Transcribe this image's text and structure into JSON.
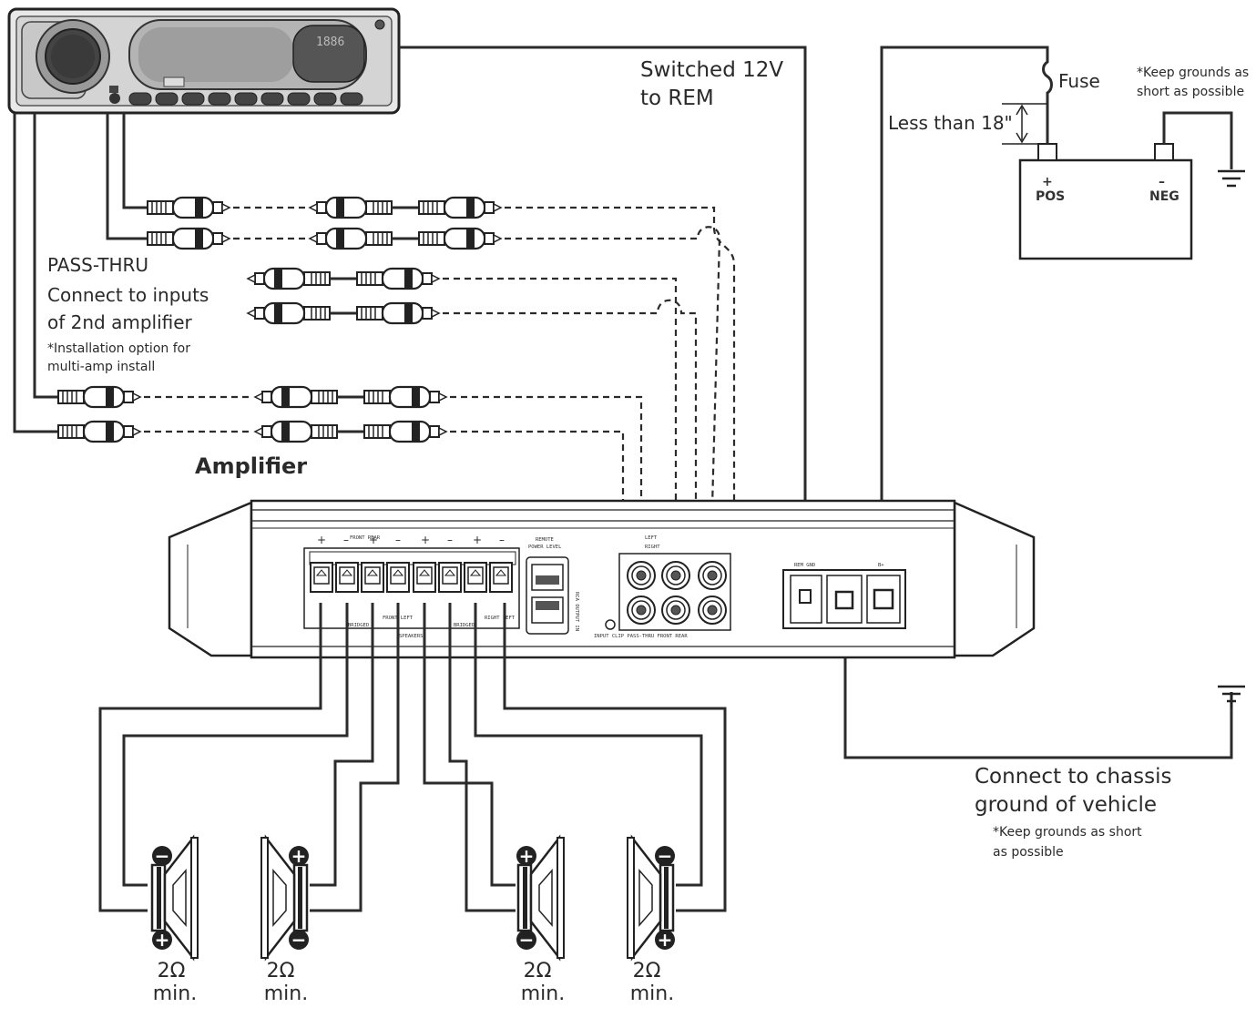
{
  "labels": {
    "switched_line1": "Switched 12V",
    "switched_line2": "to REM",
    "fuse": "Fuse",
    "keep_grounds_top_line1": "*Keep grounds as",
    "keep_grounds_top_line2": "short as possible",
    "less_than": "Less than 18\"",
    "pos_sign": "+",
    "pos": "POS",
    "neg_sign": "–",
    "neg": "NEG",
    "pass_thru": "PASS-THRU",
    "connect_inputs_line1": "Connect to inputs",
    "connect_inputs_line2": "of 2nd amplifier",
    "install_option_line1": "*Installation option for",
    "install_option_line2": "multi-amp install",
    "amplifier": "Amplifier",
    "chassis_line1": "Connect to chassis",
    "chassis_line2": "ground of vehicle",
    "keep_grounds_bottom_line1": "*Keep grounds as short",
    "keep_grounds_bottom_line2": "as possible",
    "head_unit_display": "1886"
  },
  "speakers": [
    {
      "impedance": "2Ω",
      "min": "min.",
      "top": "−",
      "bottom": "+"
    },
    {
      "impedance": "2Ω",
      "min": "min.",
      "top": "+",
      "bottom": "−"
    },
    {
      "impedance": "2Ω",
      "min": "min.",
      "top": "+",
      "bottom": "−"
    },
    {
      "impedance": "2Ω",
      "min": "min.",
      "top": "−",
      "bottom": "+"
    }
  ],
  "amp_panel": {
    "front_rear": "FRONT REAR",
    "bridged_1": "BRIDGED",
    "bridged_2": "BRIDGED",
    "left_1": "FRONT LEFT",
    "right_1": "RIGHT LEFT",
    "speakers": "SPEAKERS",
    "remote": "REMOTE",
    "power_level": "POWER LEVEL",
    "rca_label": "RCA OUTPUT IN",
    "left_row": "LEFT",
    "right_row": "RIGHT",
    "input_clip": "INPUT CLIP PASS-THRU FRONT REAR",
    "rem_gnd": "REM GND",
    "b_plus": "B+",
    "terminal_signs": [
      "+",
      "–",
      "+",
      "–",
      "+",
      "–",
      "+",
      "–"
    ]
  }
}
